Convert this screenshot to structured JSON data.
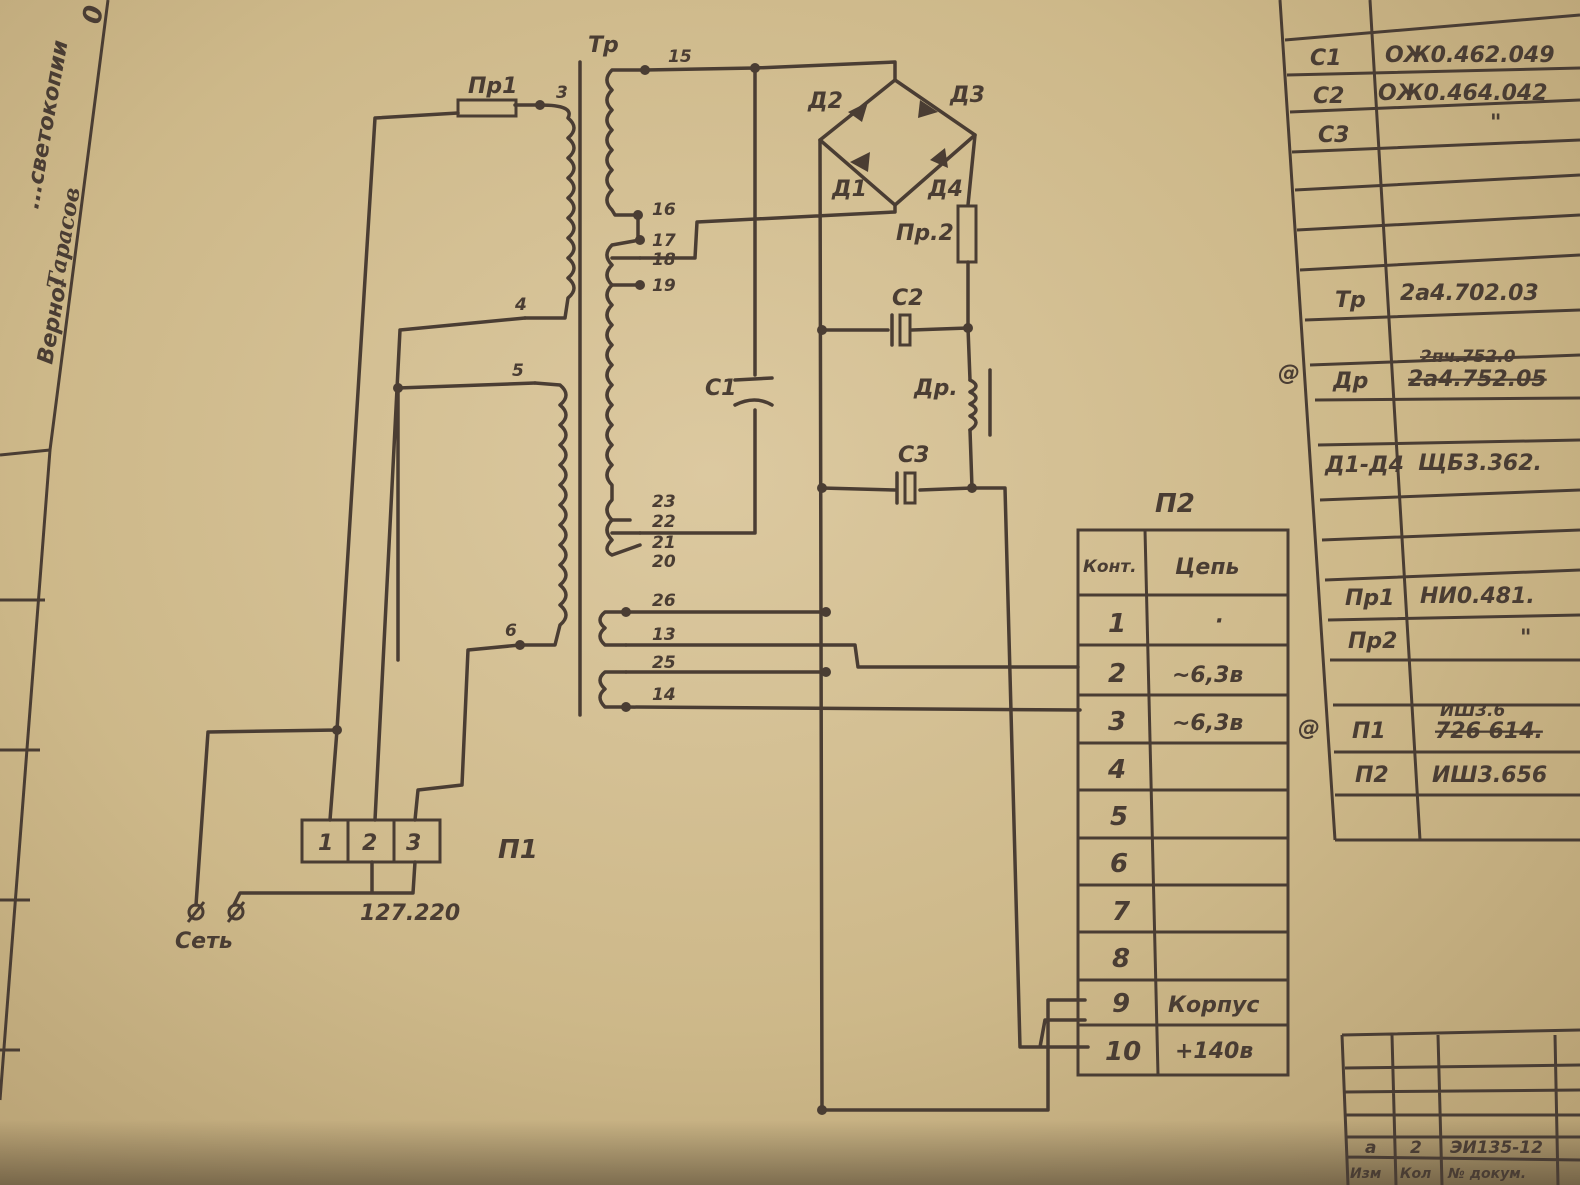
{
  "margin": {
    "vertical_text": "...светокопии",
    "verified_label": "Верно:",
    "signature": "Тарасов",
    "corner_mark": "0"
  },
  "transformer": {
    "label": "Тр",
    "pins": [
      "3",
      "4",
      "5",
      "6",
      "15",
      "16",
      "17",
      "18",
      "19",
      "23",
      "22",
      "21",
      "20",
      "26",
      "13",
      "25",
      "14"
    ]
  },
  "components": {
    "fuse1": "Пр1",
    "fuse2": "Пр.2",
    "c1": "С1",
    "c2": "С2",
    "c3": "С3",
    "choke": "Др.",
    "diodes": [
      "Д1",
      "Д2",
      "Д3",
      "Д4"
    ],
    "connector1": "П1",
    "connector1_pins": [
      "1",
      "2",
      "3"
    ],
    "mains_label": "Сеть",
    "voltage_label": "127.220"
  },
  "p2_table": {
    "title": "П2",
    "headers": [
      "Конт.",
      "Цепь"
    ],
    "rows": [
      {
        "contact": "1",
        "circuit": "·"
      },
      {
        "contact": "2",
        "circuit": "~6,3в"
      },
      {
        "contact": "3",
        "circuit": "~6,3в"
      },
      {
        "contact": "4",
        "circuit": ""
      },
      {
        "contact": "5",
        "circuit": ""
      },
      {
        "contact": "6",
        "circuit": ""
      },
      {
        "contact": "7",
        "circuit": ""
      },
      {
        "contact": "8",
        "circuit": ""
      },
      {
        "contact": "9",
        "circuit": "Корпус"
      },
      {
        "contact": "10",
        "circuit": "+140в"
      }
    ]
  },
  "parts_list": {
    "rows": [
      {
        "ref": "С1",
        "doc": "ОЖ0.462.049"
      },
      {
        "ref": "С2",
        "doc": "ОЖ0.464.042"
      },
      {
        "ref": "С3",
        "doc": "\""
      },
      {
        "ref": "Тр",
        "doc": "2а4.702.03"
      },
      {
        "ref": "Др",
        "doc": "2а4.752.05",
        "doc_alt": "2пч.752.0"
      },
      {
        "ref": "Д1-Д4",
        "doc": "ЩБ3.362."
      },
      {
        "ref": "Пр1",
        "doc": "НИ0.481."
      },
      {
        "ref": "Пр2",
        "doc": "\""
      },
      {
        "ref": "П1",
        "doc": "726 614.",
        "doc_alt": "ИШ3.6"
      },
      {
        "ref": "П2",
        "doc": "ИШ3.656"
      }
    ],
    "change_mark": "@"
  },
  "title_block": {
    "values": [
      "а",
      "2",
      "ЭИ135-12"
    ],
    "headers": [
      "Изм",
      "Кол",
      "№ докум."
    ]
  }
}
